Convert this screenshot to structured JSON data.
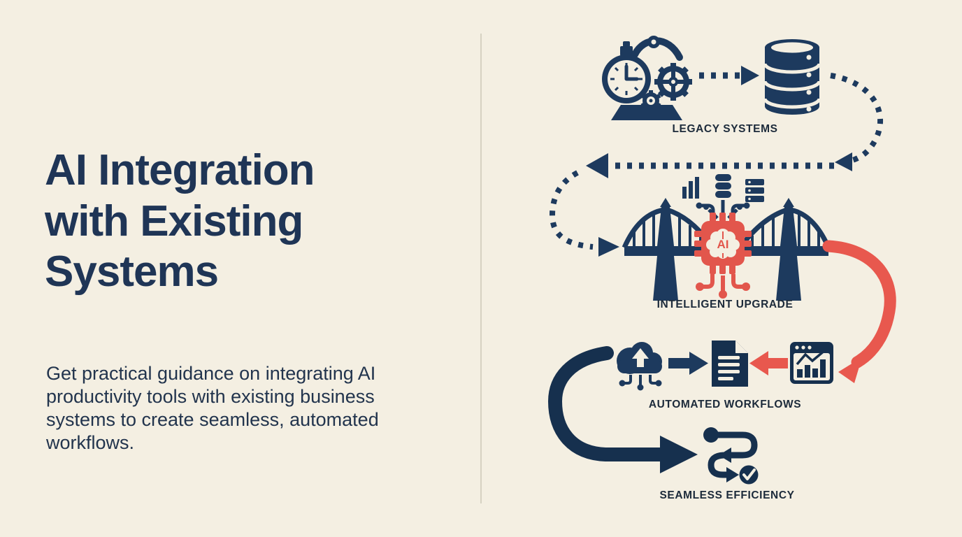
{
  "background_color": "#f4efe2",
  "colors": {
    "navy": "#1d3a5e",
    "navy_dark": "#16304e",
    "red": "#e2564c",
    "label_text": "#1c2a3a",
    "title_text": "#1f3556",
    "divider": "#d6d2c2",
    "cream": "#f4efe2"
  },
  "left_panel": {
    "title": "AI Integration\nwith Existing\nSystems",
    "description": "Get practical guidance on integrating AI productivity tools with existing business systems to create seamless, automated workflows."
  },
  "flowchart": {
    "ai_chip_text": "AI",
    "steps": [
      {
        "label": "LEGACY SYSTEMS",
        "icons": [
          "legacy-machine-clock-gears-icon",
          "database-stack-icon"
        ]
      },
      {
        "label": "INTELLIGENT UPGRADE",
        "icons": [
          "bridge-icon",
          "ai-chip-brain-icon",
          "mini-bar-chart-icon",
          "mini-database-icon",
          "mini-server-icon"
        ]
      },
      {
        "label": "AUTOMATED WORKFLOWS",
        "icons": [
          "cloud-upload-icon",
          "document-icon",
          "analytics-window-icon"
        ]
      },
      {
        "label": "SEAMLESS EFFICIENCY",
        "icons": [
          "process-flow-check-icon"
        ]
      }
    ]
  }
}
